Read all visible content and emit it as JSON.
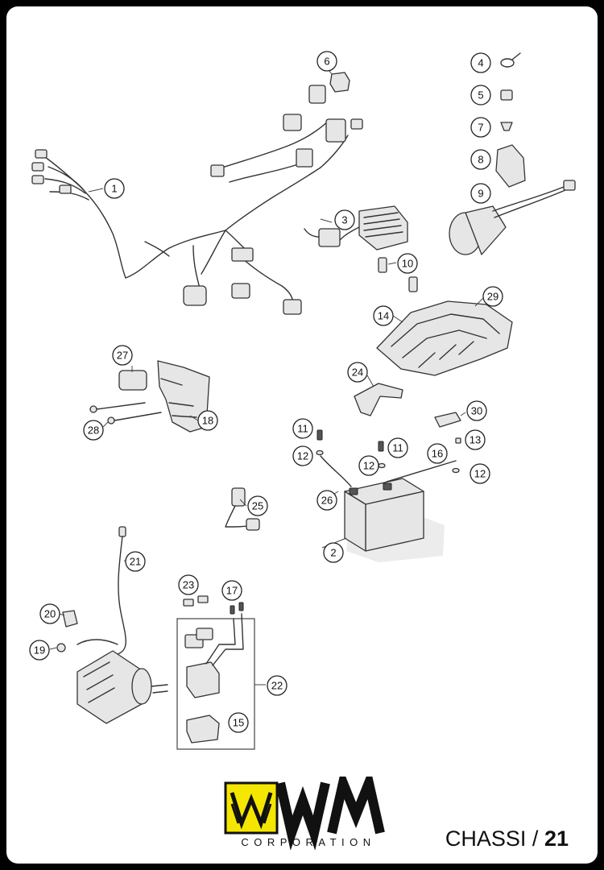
{
  "callouts": [
    "1",
    "2",
    "3",
    "4",
    "5",
    "6",
    "7",
    "8",
    "9",
    "10",
    "11",
    "11",
    "12",
    "12",
    "12",
    "13",
    "14",
    "15",
    "16",
    "17",
    "19",
    "20",
    "21",
    "22",
    "23",
    "24",
    "25",
    "26",
    "27",
    "28",
    "29",
    "30",
    "18"
  ],
  "footer": {
    "brand_initials": "WM",
    "brand_word": "CORPORATION",
    "section_label": "CHASSI /",
    "page_number": "21"
  },
  "colors": {
    "logo_yellow": "#f5e600",
    "ink": "#111111",
    "frame": "#000000"
  }
}
